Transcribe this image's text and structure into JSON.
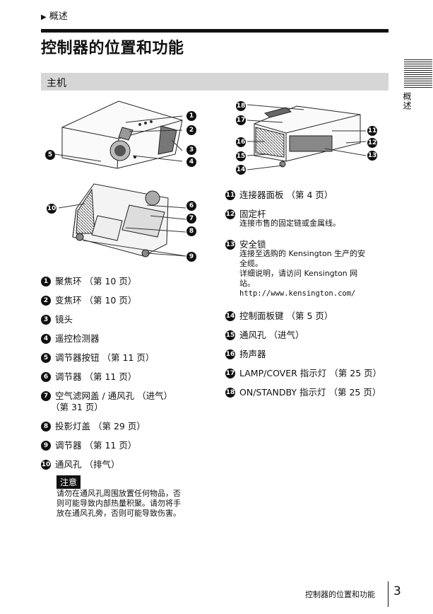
{
  "breadcrumb": "概述",
  "title": "控制器的位置和功能",
  "section": "主机",
  "side_tab": "概述",
  "left_items": [
    {
      "n": "1",
      "text": "聚焦环 （第 10 页）"
    },
    {
      "n": "2",
      "text": "变焦环 （第 10 页）"
    },
    {
      "n": "3",
      "text": "镜头"
    },
    {
      "n": "4",
      "text": "遥控检测器"
    },
    {
      "n": "5",
      "text": "调节器按钮 （第 11 页）"
    },
    {
      "n": "6",
      "text": "调节器 （第 11 页）"
    },
    {
      "n": "7",
      "text": "空气滤网盖 / 通风孔 （进气）",
      "text2": "（第 31 页）"
    },
    {
      "n": "8",
      "text": "投影灯盖 （第 29 页）"
    },
    {
      "n": "9",
      "text": "调节器 （第 11 页）"
    },
    {
      "n": "10",
      "text": "通风孔 （排气）"
    }
  ],
  "note": {
    "label": "注意",
    "lines": [
      "请勿在通风孔周围放置任何物品，否",
      "则可能导致内部热量积聚。请勿将手",
      "放在通风孔旁，否则可能导致伤害。"
    ]
  },
  "right_items": [
    {
      "n": "11",
      "text": "连接器面板 （第 4 页）"
    },
    {
      "n": "12",
      "text": "固定杆",
      "sub": [
        "连接市售的固定链或金属线。"
      ]
    },
    {
      "n": "13",
      "text": "安全锁",
      "sub": [
        "连接至选购的 Kensington 生产的安",
        "全缆。",
        "详细说明，请访问 Kensington 网",
        "站。"
      ],
      "url": "http://www.kensington.com/"
    },
    {
      "n": "14",
      "text": "控制面板键 （第 5 页）"
    },
    {
      "n": "15",
      "text": "通风孔 （进气）"
    },
    {
      "n": "16",
      "text": "扬声器"
    },
    {
      "n": "17",
      "text": "LAMP/COVER 指示灯 （第 25 页）"
    },
    {
      "n": "18",
      "text": "ON/STANDBY 指示灯 （第 25 页）"
    }
  ],
  "footer": {
    "title": "控制器的位置和功能",
    "page": "3"
  }
}
